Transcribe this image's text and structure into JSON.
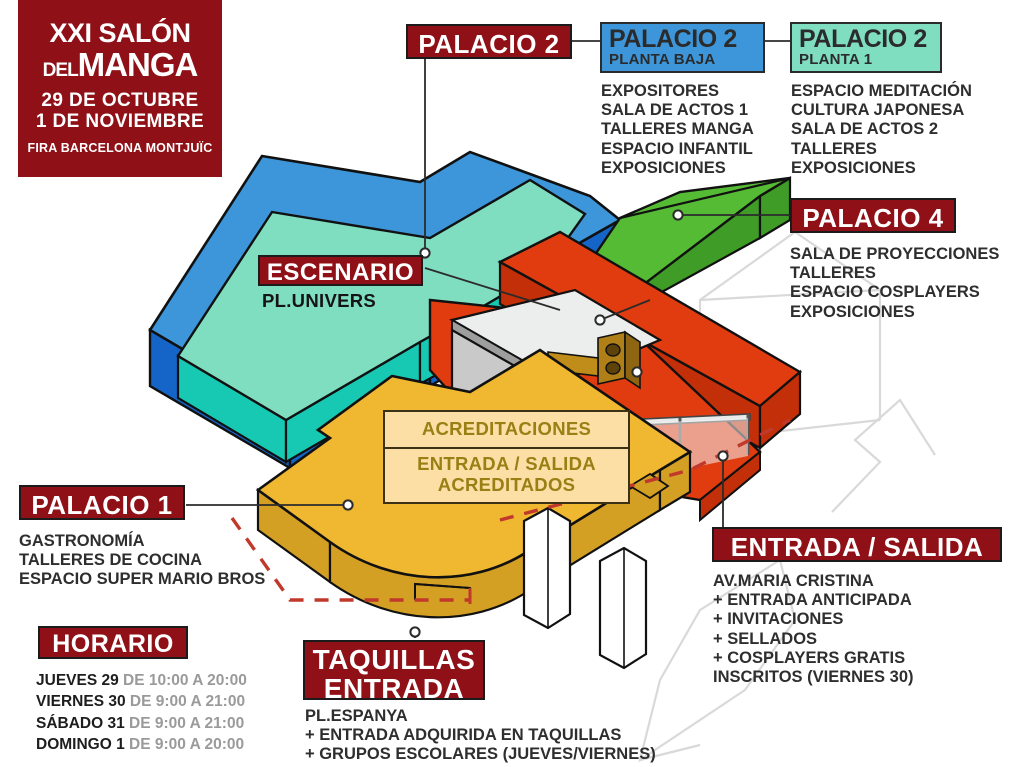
{
  "logo": {
    "line1": "XXI SALÓN",
    "line2_small": "DEL",
    "line2_big": "MANGA",
    "line3": "29 DE OCTUBRE",
    "line4": "1 DE NOVIEMBRE",
    "line5": "FIRA BARCELONA MONTJUÏC"
  },
  "colors": {
    "brand_red": "#8f1016",
    "outline": "#1b1b1b",
    "palacio2_planta_baja": "#3d96d9",
    "palacio2_planta_baja_side": "#1565c9",
    "palacio2_planta1": "#7fddc0",
    "palacio2_planta1_side": "#17c9b2",
    "palacio4_green": "#56bb34",
    "palacio3_red": "#e03c10",
    "palacio1_yellow": "#f0b731",
    "palacio1_yellow_side": "#d3a024",
    "ramp_grey": "#c9c9c9",
    "acred_panel": "#fbdfa5",
    "acred_text": "#9a7f15"
  },
  "callouts": {
    "palacio2": {
      "title": "PALACIO 2",
      "floors": [
        {
          "title": "PALACIO 2",
          "subtitle": "PLANTA BAJA",
          "color": "#3d96d9",
          "items": [
            "EXPOSITORES",
            "SALA DE ACTOS 1",
            "TALLERES MANGA",
            "ESPACIO INFANTIL",
            "EXPOSICIONES"
          ]
        },
        {
          "title": "PALACIO 2",
          "subtitle": "PLANTA 1",
          "color": "#7fddc0",
          "items": [
            "ESPACIO MEDITACIÓN",
            "CULTURA JAPONESA",
            "SALA DE ACTOS 2",
            "TALLERES",
            "EXPOSICIONES"
          ]
        }
      ]
    },
    "palacio4": {
      "title": "PALACIO 4",
      "items": [
        "SALA DE PROYECCIONES",
        "TALLERES",
        "ESPACIO COSPLAYERS",
        "EXPOSICIONES"
      ]
    },
    "palacio1": {
      "title": "PALACIO 1",
      "items": [
        "GASTRONOMÍA",
        "TALLERES DE COCINA",
        "ESPACIO SUPER MARIO BROS"
      ]
    },
    "escenario": {
      "title": "ESCENARIO",
      "subtitle": "PL.UNIVERS"
    },
    "entrada_salida": {
      "title": "ENTRADA / SALIDA",
      "items": [
        "AV.MARIA CRISTINA",
        "+ ENTRADA ANTICIPADA",
        "+ INVITACIONES",
        "+ SELLADOS",
        "+ COSPLAYERS GRATIS",
        "INSCRITOS (VIERNES 30)"
      ]
    },
    "taquillas": {
      "title_line1": "TAQUILLAS",
      "title_line2": "ENTRADA",
      "items": [
        "PL.ESPANYA",
        "+ ENTRADA ADQUIRIDA EN TAQUILLAS",
        "+ GRUPOS ESCOLARES (JUEVES/VIERNES)"
      ]
    },
    "acreditaciones": {
      "row1": "ACREDITACIONES",
      "row2_line1": "ENTRADA / SALIDA",
      "row2_line2": "ACREDITADOS"
    }
  },
  "horario": {
    "title": "HORARIO",
    "rows": [
      {
        "day": "JUEVES 29",
        "time": "DE 10:00 A 20:00"
      },
      {
        "day": "VIERNES 30",
        "time": "DE 9:00 A 21:00"
      },
      {
        "day": "SÁBADO 31",
        "time": "DE 9:00 A 21:00"
      },
      {
        "day": "DOMINGO 1",
        "time": "DE 9:00 A 20:00"
      }
    ]
  }
}
